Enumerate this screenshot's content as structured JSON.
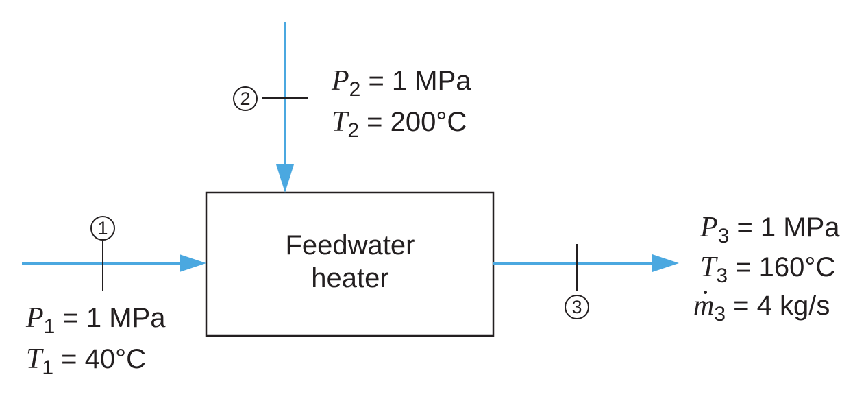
{
  "heater": {
    "line1": "Feedwater",
    "line2": "heater"
  },
  "colors": {
    "stream": "#4ba8e0",
    "ink": "#231f20"
  },
  "state1": {
    "number": "1",
    "p_sym": "P",
    "p_sub": "1",
    "p_val": " = 1 MPa",
    "t_sym": "T",
    "t_sub": "1",
    "t_val": " = 40°C"
  },
  "state2": {
    "number": "2",
    "p_sym": "P",
    "p_sub": "2",
    "p_val": " = 1 MPa",
    "t_sym": "T",
    "t_sub": "2",
    "t_val": " = 200°C"
  },
  "state3": {
    "number": "3",
    "p_sym": "P",
    "p_sub": "3",
    "p_val": " = 1 MPa",
    "t_sym": "T",
    "t_sub": "3",
    "t_val": " = 160°C",
    "m_sym": "m",
    "m_sub": "3",
    "m_val": " = 4 kg/s"
  }
}
